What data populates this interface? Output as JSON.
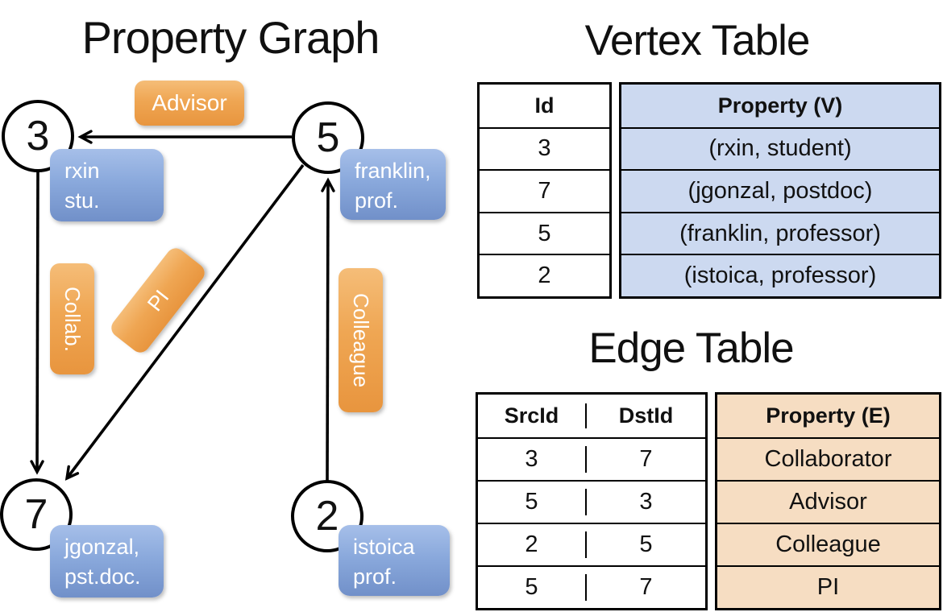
{
  "graph": {
    "title": "Property Graph",
    "nodes": [
      {
        "id": "3",
        "label_lines": [
          "rxin",
          "stu."
        ]
      },
      {
        "id": "5",
        "label_lines": [
          "franklin,",
          "prof."
        ]
      },
      {
        "id": "7",
        "label_lines": [
          "jgonzal,",
          "pst.doc."
        ]
      },
      {
        "id": "2",
        "label_lines": [
          "istoica",
          "prof."
        ]
      }
    ],
    "edge_labels": {
      "advisor": "Advisor",
      "collab": "Collab.",
      "pi": "PI",
      "colleague": "Colleague"
    }
  },
  "vertex_table": {
    "title": "Vertex Table",
    "columns": {
      "id": "Id",
      "property": "Property (V)"
    },
    "rows": [
      {
        "id": "3",
        "property": "(rxin, student)"
      },
      {
        "id": "7",
        "property": "(jgonzal, postdoc)"
      },
      {
        "id": "5",
        "property": "(franklin, professor)"
      },
      {
        "id": "2",
        "property": "(istoica, professor)"
      }
    ]
  },
  "edge_table": {
    "title": "Edge Table",
    "columns": {
      "src": "SrcId",
      "dst": "DstId",
      "property": "Property (E)"
    },
    "rows": [
      {
        "src": "3",
        "dst": "7",
        "property": "Collaborator"
      },
      {
        "src": "5",
        "dst": "3",
        "property": "Advisor"
      },
      {
        "src": "2",
        "dst": "5",
        "property": "Colleague"
      },
      {
        "src": "5",
        "dst": "7",
        "property": "PI"
      }
    ]
  },
  "colors": {
    "edge_label_top": "#f5bd78",
    "edge_label_bottom": "#e8953e",
    "vertex_label_top": "#a6bfe9",
    "vertex_label_bottom": "#7190c9",
    "vertex_property_cell": "#ccd9f0",
    "edge_property_cell": "#f6ddc2",
    "line": "#000000"
  }
}
